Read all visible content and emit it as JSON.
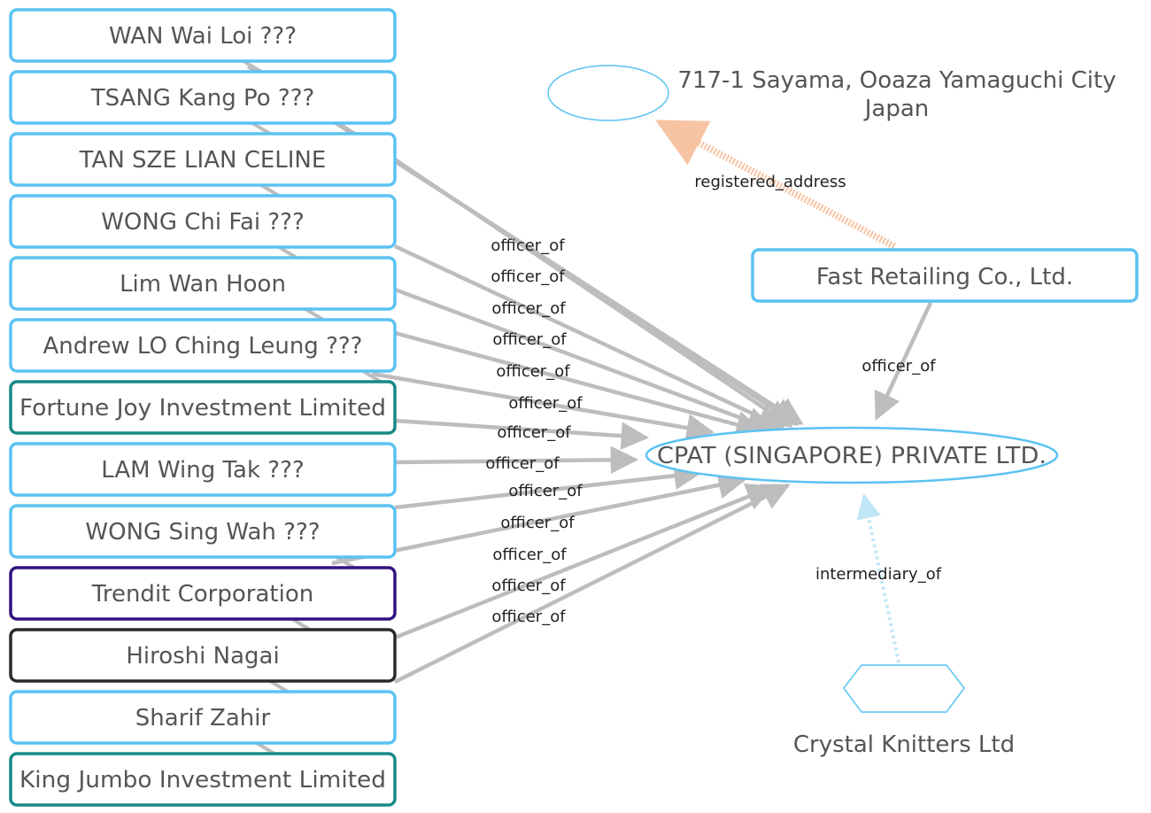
{
  "colors": {
    "officer": "#5bc2f2",
    "entity": "#178a86",
    "other": "#32137e",
    "unknown": "#2a2a2a",
    "edge": "#bdbdbd",
    "address_edge": "#f7c4a3",
    "intermediary_edge": "#bfe6f7"
  },
  "left_nodes": [
    {
      "label": "WAN Wai Loi ???",
      "kind": "officer"
    },
    {
      "label": "TSANG Kang Po ???",
      "kind": "officer"
    },
    {
      "label": "TAN SZE LIAN CELINE",
      "kind": "officer"
    },
    {
      "label": "WONG Chi Fai ???",
      "kind": "officer"
    },
    {
      "label": "Lim Wan Hoon",
      "kind": "officer"
    },
    {
      "label": "Andrew LO Ching Leung ???",
      "kind": "officer"
    },
    {
      "label": "Fortune Joy Investment Limited",
      "kind": "entity"
    },
    {
      "label": "LAM Wing Tak ???",
      "kind": "officer"
    },
    {
      "label": "WONG Sing Wah ???",
      "kind": "officer"
    },
    {
      "label": "Trendit Corporation",
      "kind": "other"
    },
    {
      "label": "Hiroshi Nagai",
      "kind": "unknown"
    },
    {
      "label": "Sharif Zahir",
      "kind": "officer"
    },
    {
      "label": "King Jumbo Investment Limited",
      "kind": "entity"
    }
  ],
  "center_node": {
    "label": "CPAT (SINGAPORE) PRIVATE LTD."
  },
  "fast_retailing": {
    "label": "Fast Retailing Co., Ltd."
  },
  "address_node": {
    "line1": "717-1 Sayama, Ooaza Yamaguchi City",
    "line2": "Japan"
  },
  "intermediary_node": {
    "label": "Crystal Knitters Ltd"
  },
  "edge_labels": {
    "officer": "officer_of",
    "registered": "registered_address",
    "intermediary": "intermediary_of"
  },
  "officer_edge_label_count": 13
}
